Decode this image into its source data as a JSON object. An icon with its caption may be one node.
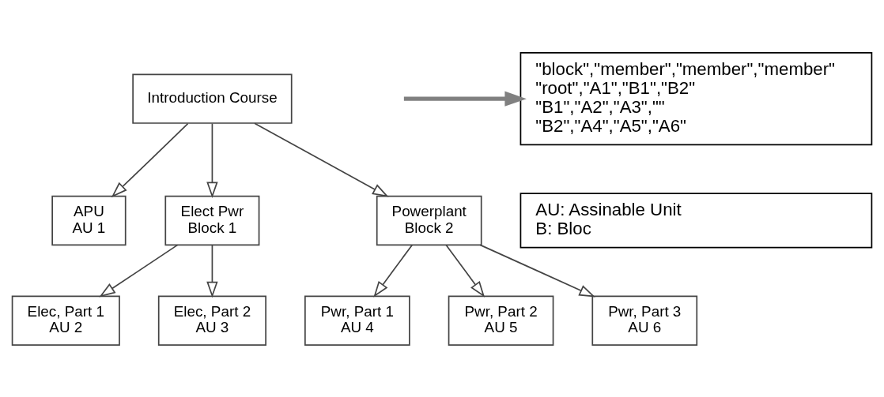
{
  "diagram": {
    "nodes": [
      {
        "text": [
          "Introduction Course"
        ]
      },
      {
        "text": [
          "APU",
          "AU 1"
        ]
      },
      {
        "text": [
          "Elect Pwr",
          "Block 1"
        ]
      },
      {
        "text": [
          "Powerplant",
          "Block 2"
        ]
      },
      {
        "text": [
          "Elec, Part 1",
          "AU 2"
        ]
      },
      {
        "text": [
          "Elec, Part 2",
          "AU 3"
        ]
      },
      {
        "text": [
          "Pwr, Part 1",
          "AU 4"
        ]
      },
      {
        "text": [
          "Pwr, Part 2",
          "AU 5"
        ]
      },
      {
        "text": [
          "Pwr, Part 3",
          "AU 6"
        ]
      },
      {
        "text": [
          "\"block\",\"member\",\"member\",\"member\"",
          "\"root\",\"A1\",\"B1\",\"B2\"",
          "\"B1\",\"A2\",\"A3\",\"\"",
          "\"B2\",\"A4\",\"A5\",\"A6\""
        ]
      },
      {
        "text": [
          "AU: Assinable Unit",
          "B: Bloc"
        ]
      }
    ],
    "edges": [
      {
        "from": 0,
        "to": 1,
        "arrow": "to"
      },
      {
        "from": 0,
        "to": 2,
        "arrow": "to"
      },
      {
        "from": 0,
        "to": 3,
        "arrow": "to"
      },
      {
        "from": 2,
        "to": 4,
        "arrow": "to"
      },
      {
        "from": 2,
        "to": 5,
        "arrow": "to"
      },
      {
        "from": 3,
        "to": 6,
        "arrow": "to"
      },
      {
        "from": 3,
        "to": 7,
        "arrow": "to"
      },
      {
        "from": 3,
        "to": 8,
        "arrow": "to"
      },
      {
        "from": null,
        "to": 9,
        "arrow": "to",
        "style": "thick",
        "color": "#808080"
      }
    ]
  }
}
